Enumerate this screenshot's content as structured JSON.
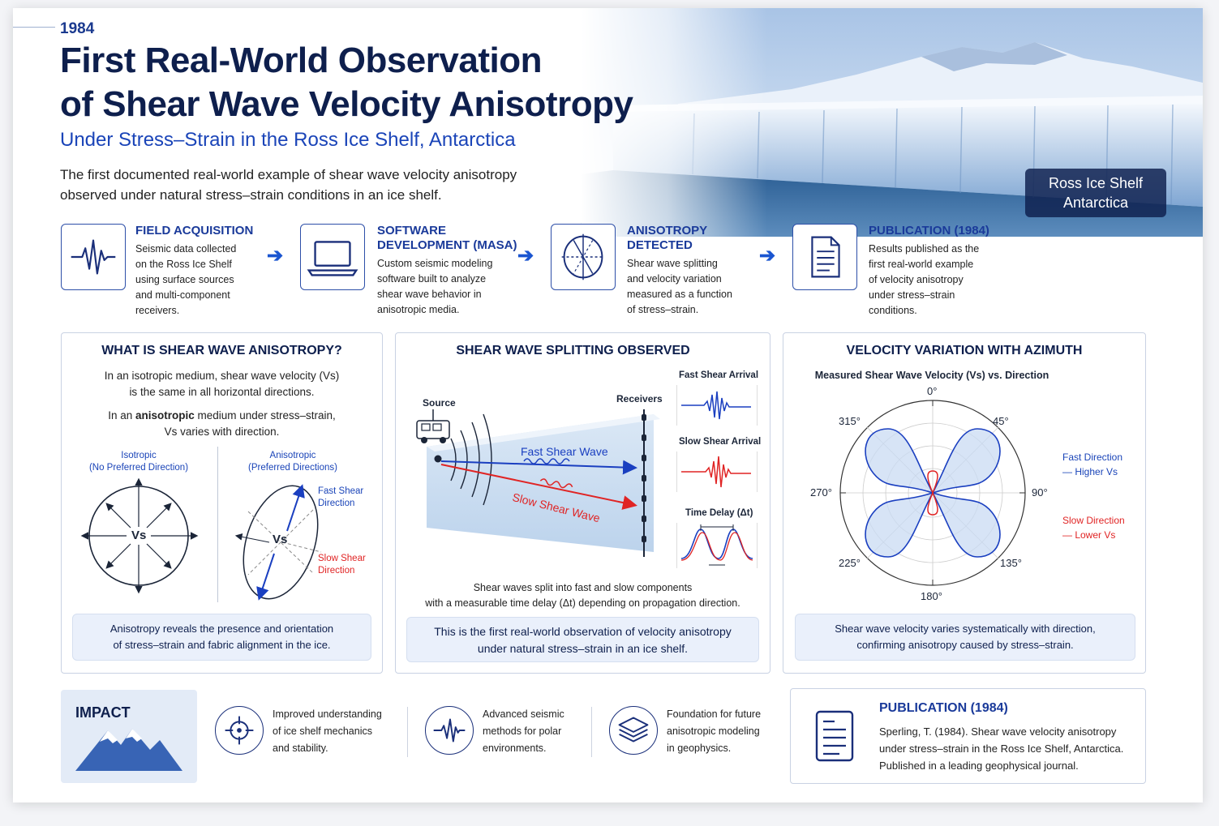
{
  "header": {
    "year": "1984",
    "title_lines": [
      "First Real-World Observation",
      "of Shear Wave Velocity Anisotropy"
    ],
    "subtitle": "Under Stress–Strain in the Ross Ice Shelf, Antarctica",
    "intro_lines": [
      "The first documented real-world example of shear wave velocity anisotropy",
      "observed under natural stress–strain conditions in an ice shelf."
    ]
  },
  "location_badge": [
    "Ross Ice Shelf",
    "Antarctica"
  ],
  "steps": [
    {
      "icon": "waveform-icon",
      "title": [
        "FIELD ACQUISITION"
      ],
      "text": [
        "Seismic data collected",
        "on the Ross Ice Shelf",
        "using surface sources",
        "and multi-component",
        "receivers."
      ]
    },
    {
      "icon": "laptop-icon",
      "title": [
        "SOFTWARE",
        "DEVELOPMENT (MASA)"
      ],
      "text": [
        "Custom seismic modeling",
        "software built to analyze",
        "shear wave behavior in",
        "anisotropic media."
      ]
    },
    {
      "icon": "crosshair-ellipse-icon",
      "title": [
        "ANISOTROPY",
        "DETECTED"
      ],
      "text": [
        "Shear wave splitting",
        "and velocity variation",
        "measured as a function",
        "of stress–strain."
      ]
    },
    {
      "icon": "document-icon",
      "title": [
        "PUBLICATION (1984)"
      ],
      "text": [
        "Results published as the",
        "first real-world example",
        "of velocity anisotropy",
        "under stress–strain",
        "conditions."
      ]
    }
  ],
  "panel1": {
    "title": "WHAT IS SHEAR WAVE ANISOTROPY?",
    "line1": [
      "In an isotropic medium, shear wave velocity (Vs)",
      "is the same in all horizontal directions."
    ],
    "line2_pre": "In an ",
    "line2_bold": "anisotropic",
    "line2_post": " medium under stress–strain,",
    "line2_b": "Vs varies with direction.",
    "iso_label": [
      "Isotropic",
      "(No Preferred Direction)"
    ],
    "aniso_label": [
      "Anisotropic",
      "(Preferred Directions)"
    ],
    "vs": "Vs",
    "fast_label": [
      "Fast Shear",
      "Direction"
    ],
    "slow_label": [
      "Slow Shear",
      "Direction"
    ],
    "note": [
      "Anisotropy reveals the presence and orientation",
      "of stress–strain and fabric alignment in the ice."
    ]
  },
  "panel2": {
    "title": "SHEAR WAVE SPLITTING OBSERVED",
    "source": "Source",
    "receivers": "Receivers",
    "fast_wave": "Fast Shear Wave",
    "slow_wave": "Slow Shear Wave",
    "fast_arrival": "Fast Shear Arrival",
    "slow_arrival": "Slow Shear Arrival",
    "time_delay": "Time Delay (Δt)",
    "caption": [
      "Shear waves split into fast and slow components",
      "with a measurable time delay (Δt) depending on propagation direction."
    ],
    "note": [
      "This is the first real-world observation of velocity anisotropy",
      "under natural stress–strain in an ice shelf."
    ]
  },
  "panel3": {
    "title": "VELOCITY VARIATION WITH AZIMUTH",
    "chart_title": "Measured Shear Wave Velocity (Vs) vs. Direction",
    "angles": [
      "0°",
      "45°",
      "90°",
      "135°",
      "180°",
      "225°",
      "270°",
      "315°"
    ],
    "fast_legend": [
      "Fast Direction",
      "— Higher Vs"
    ],
    "slow_legend": [
      "Slow Direction",
      "— Lower Vs"
    ],
    "note": [
      "Shear wave velocity varies systematically with direction,",
      "confirming anisotropy caused by stress–strain."
    ]
  },
  "impact": {
    "title": "IMPACT",
    "items": [
      {
        "icon": "target-icon",
        "text": [
          "Improved understanding",
          "of ice shelf mechanics",
          "and stability."
        ]
      },
      {
        "icon": "seismic-icon",
        "text": [
          "Advanced seismic",
          "methods for polar",
          "environments."
        ]
      },
      {
        "icon": "layers-icon",
        "text": [
          "Foundation for future",
          "anisotropic modeling",
          "in geophysics."
        ]
      }
    ]
  },
  "publication": {
    "title": "PUBLICATION (1984)",
    "text": [
      "Sperling, T. (1984). Shear wave velocity anisotropy",
      "under stress–strain in the Ross Ice Shelf, Antarctica.",
      "Published in a leading geophysical journal."
    ]
  },
  "colors": {
    "navy": "#0e1f4d",
    "accent": "#1a44b8",
    "fast": "#1a3fc0",
    "slow": "#e02424",
    "note_bg": "#eaf0fb"
  }
}
